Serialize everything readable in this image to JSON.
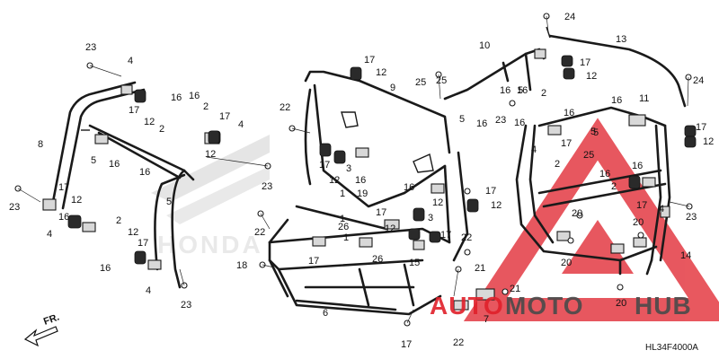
{
  "diagram_code": "HL34F4000A",
  "direction_label": "FR.",
  "watermark": {
    "part1": "AUTO",
    "part2": "MOTO",
    "part3": "HUB",
    "color_red": "#e0202a",
    "color_dark": "#4a4a4a"
  },
  "brand_watermark_text": "HONDA",
  "callouts": {
    "c24a": "24",
    "c13": "13",
    "c10": "10",
    "c17a": "17",
    "c12a": "12",
    "c17b": "17",
    "c12b": "12",
    "c25a": "25",
    "c16a": "16",
    "c5a": "5",
    "c16b": "16",
    "c9": "9",
    "c23a": "23",
    "c4a": "4",
    "c16c": "16",
    "c17c": "17",
    "c12c": "12",
    "c2a": "2",
    "c8": "8",
    "c5b": "5",
    "c16d": "16",
    "c16e": "16",
    "c2b": "2",
    "c17d": "17",
    "c4b": "4",
    "c12d": "12",
    "c22a": "22",
    "c16f": "16",
    "c5c": "5",
    "c23b": "23",
    "c23c": "23",
    "c17e": "17",
    "c12e": "12",
    "c16g": "16",
    "c4c": "4",
    "c2c": "2",
    "c12f": "12",
    "c17f": "17",
    "c16h": "16",
    "c4d": "4",
    "c23d": "23",
    "c17g": "17",
    "c12g": "12",
    "c3a": "3",
    "c16i": "16",
    "c1a": "1",
    "c19": "19",
    "c16j": "16",
    "c12h": "12",
    "c3b": "3",
    "c1b": "1",
    "c26a": "26",
    "c12i": "12",
    "c1c": "1",
    "c17h": "17",
    "c22b": "22",
    "c18": "18",
    "c17i": "17",
    "c26b": "26",
    "c15": "15",
    "c17j": "17",
    "c22c": "22",
    "c6": "6",
    "c17k": "17",
    "c22d": "22",
    "c7": "7",
    "c21a": "21",
    "c21b": "21",
    "c16k": "16",
    "c5d": "5",
    "c23e": "23",
    "c16l": "16",
    "c4e": "4",
    "c16m": "16",
    "c17l": "17",
    "c2d": "2",
    "c25b": "25",
    "c16n": "16",
    "c2e": "2",
    "c5e": "5",
    "c16o": "16",
    "c17m": "17",
    "c4f": "4",
    "c20a": "20",
    "c20b": "20",
    "c20c": "20",
    "c20d": "20",
    "c23f": "23",
    "c14": "14",
    "c11": "11",
    "c16p": "16",
    "c5f": "5",
    "c24b": "24",
    "c17n": "17",
    "c12j": "12",
    "c17o": "17",
    "c12k": "12",
    "c2f": "2",
    "c25c": "25"
  }
}
